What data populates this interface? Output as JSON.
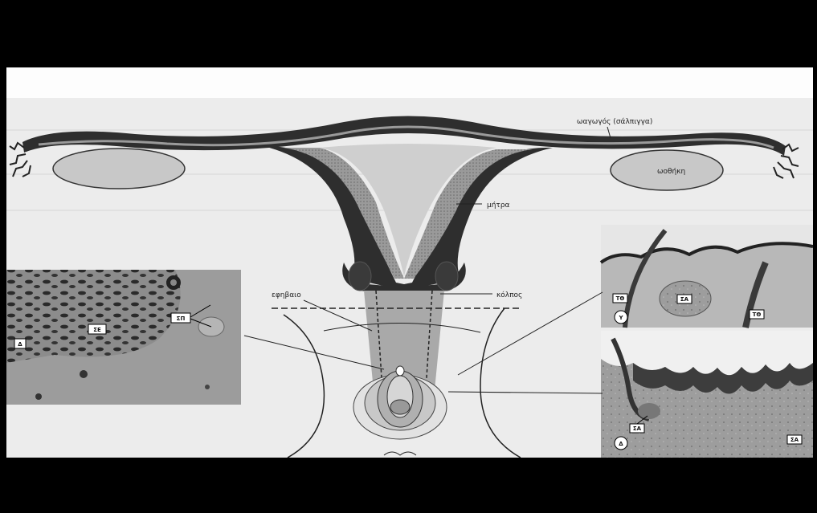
{
  "labels": {
    "fallopian_tube": "ωαγωγός (σάλπιγγα)",
    "ovary": "ωοθήκη",
    "uterus": "μήτρα",
    "vagina": "κόλπος",
    "vulva": "εφηβαιο"
  },
  "micrograph_left": {
    "tags": [
      "ΣΕ",
      "ΣΠ",
      "Δ"
    ]
  },
  "micrograph_right_top": {
    "tags": [
      "ΤΘ",
      "ΣΑ",
      "ΤΘ",
      "Υ"
    ]
  },
  "micrograph_right_bottom": {
    "tags": [
      "ΣΑ",
      "ΣΑ",
      "Δ"
    ]
  },
  "colors": {
    "dark_wall": "#2e2e2e",
    "mid_tissue": "#8a8a8a",
    "light_tissue": "#b9b9b9",
    "background": "#ececec"
  }
}
